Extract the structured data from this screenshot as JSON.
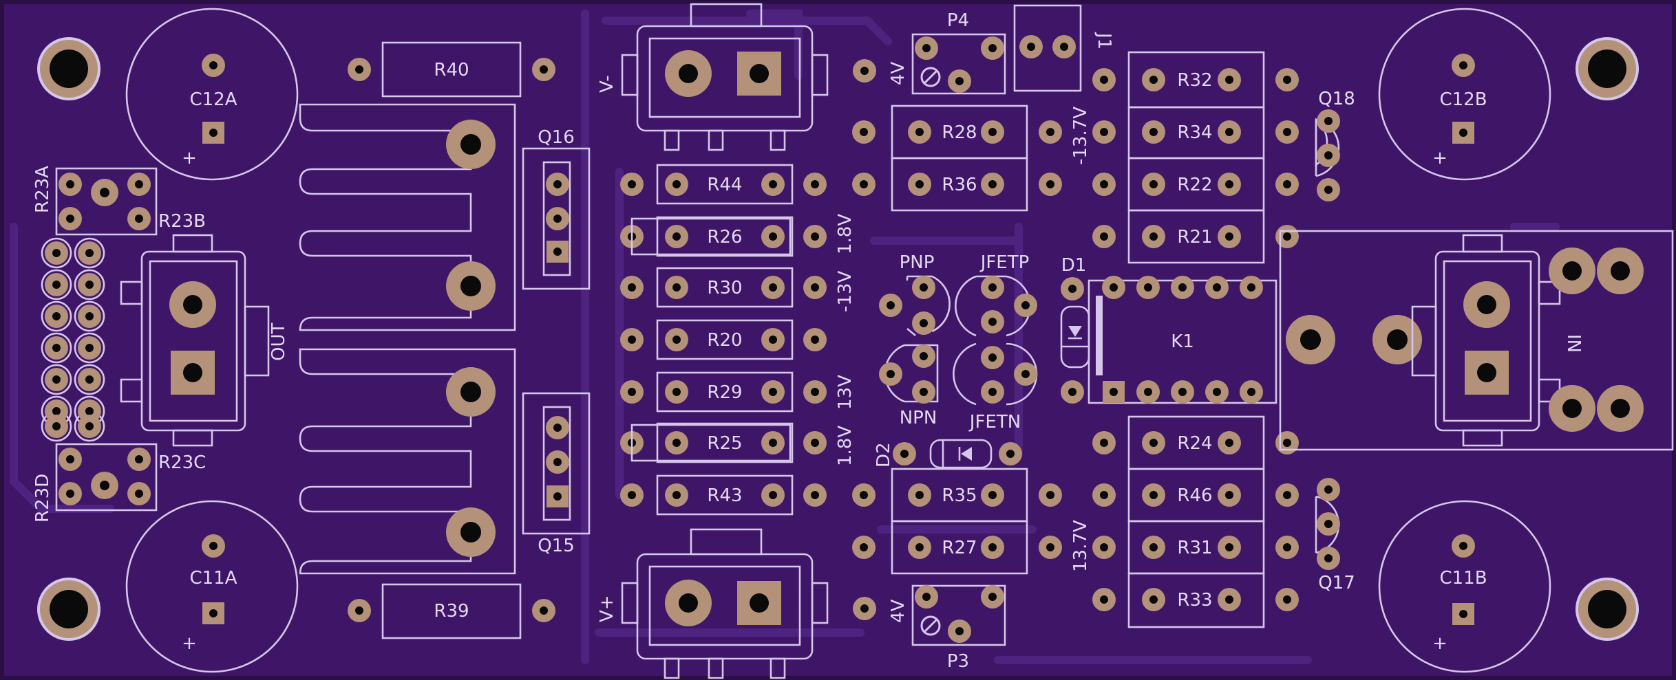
{
  "board": {
    "colors": {
      "board": "#3f1667",
      "board_edge": "#2a0f44",
      "trace": "#4e2380",
      "silkscreen": "#d6c6ea",
      "pad": "#b39279",
      "drill": "#0a0a0a"
    },
    "labels": {
      "R40": "R40",
      "R39": "R39",
      "R23A": "R23A",
      "R23B": "R23B",
      "R23C": "R23C",
      "R23D": "R23D",
      "C12A": "C12A",
      "C11A": "C11A",
      "C12B": "C12B",
      "C11B": "C11B",
      "OUT": "OUT",
      "IN": "IN",
      "Q16": "Q16",
      "Q15": "Q15",
      "Q17": "Q17",
      "Q18": "Q18",
      "V_MINUS": "V-",
      "V_PLUS": "V+",
      "R44": "R44",
      "R26": "R26",
      "R30": "R30",
      "R20": "R20",
      "R29": "R29",
      "R25": "R25",
      "R43": "R43",
      "V1_8_TOP": "1.8V",
      "V13_NEG": "-13V",
      "V13": "13V",
      "V1_8_BOT": "1.8V",
      "P4": "P4",
      "P3": "P3",
      "V4_TOP": "4V",
      "V4_BOT": "4V",
      "J1": "J1",
      "R28": "R28",
      "R36": "R36",
      "R35": "R35",
      "R27": "R27",
      "V13_7_NEG": "-13.7V",
      "V13_7": "13.7V",
      "PNP": "PNP",
      "JFETP": "JFETP",
      "NPN": "NPN",
      "JFETN": "JFETN",
      "D1": "D1",
      "D2": "D2",
      "K1": "K1",
      "R32": "R32",
      "R34": "R34",
      "R22": "R22",
      "R21": "R21",
      "R24": "R24",
      "R46": "R46",
      "R31": "R31",
      "R33": "R33",
      "plus_sign": "+"
    }
  }
}
